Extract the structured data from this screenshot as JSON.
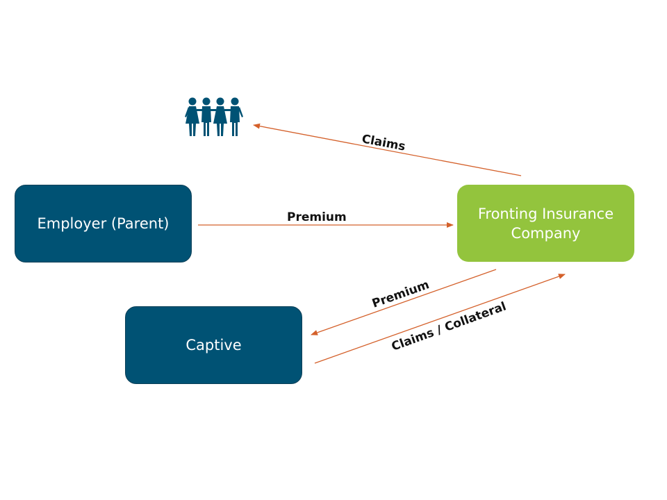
{
  "nodes": {
    "employer": "Employer (Parent)",
    "fronting": "Fronting Insurance Company",
    "captive": "Captive",
    "employees_icon": "people-group-icon"
  },
  "edges": {
    "claims_to_employees": "Claims",
    "employer_premium": "Premium",
    "fronting_to_captive_premium": "Premium",
    "captive_to_fronting": "Claims / Collateral"
  },
  "colors": {
    "dark_box": "#005274",
    "green_box": "#93c43d",
    "arrow": "#d4602a",
    "icon": "#005274"
  }
}
